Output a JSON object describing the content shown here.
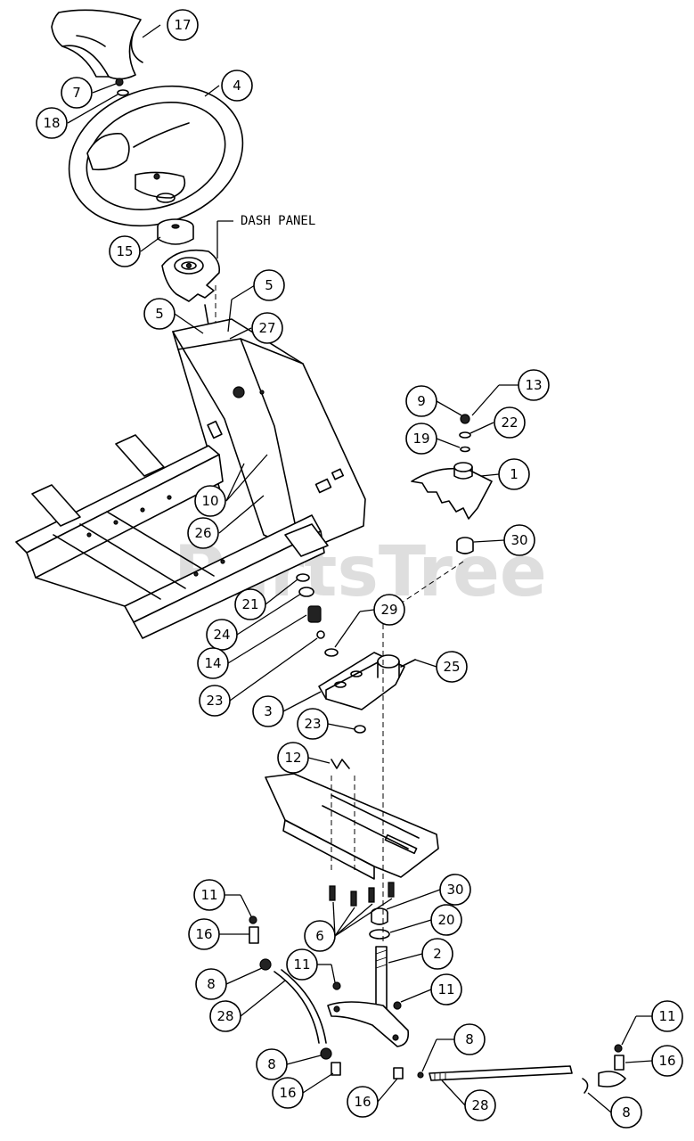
{
  "labels": {
    "dash_panel": "DASH PANEL",
    "watermark": "PartsTree"
  },
  "callouts": [
    "17",
    "4",
    "7",
    "18",
    "15",
    "5",
    "5",
    "27",
    "9",
    "13",
    "22",
    "19",
    "1",
    "10",
    "26",
    "30",
    "21",
    "24",
    "14",
    "29",
    "25",
    "23",
    "3",
    "23",
    "12",
    "11",
    "16",
    "8",
    "28",
    "30",
    "20",
    "6",
    "2",
    "11",
    "11",
    "8",
    "16",
    "8",
    "16",
    "28",
    "11",
    "16",
    "8"
  ]
}
